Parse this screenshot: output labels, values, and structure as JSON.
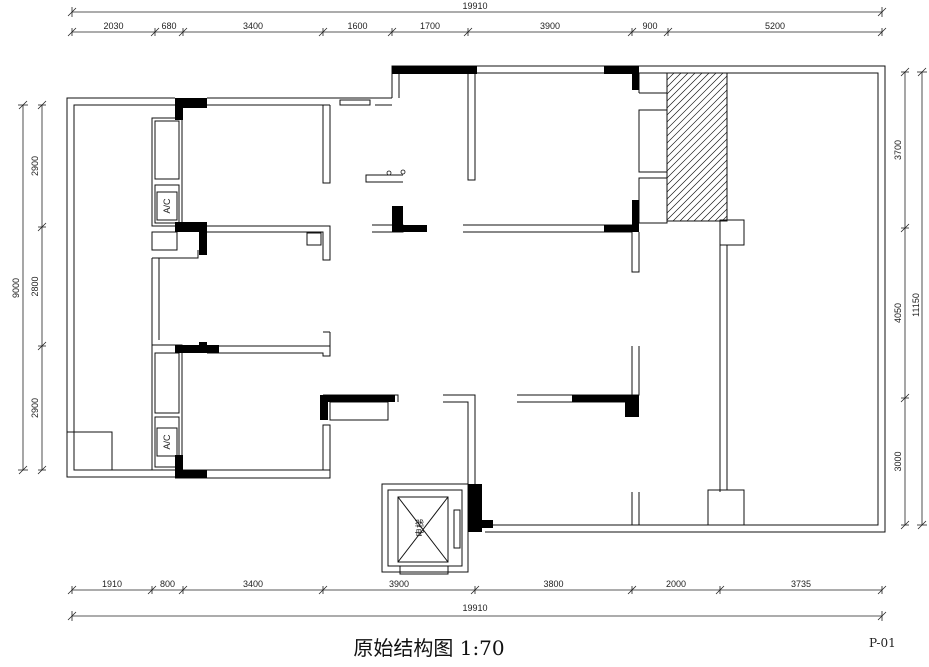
{
  "title": "原始结构图 1:70",
  "sheet_number": "P-01",
  "dimensions": {
    "top_total": "19910",
    "top_segments": [
      "2030",
      "680",
      "3400",
      "1600",
      "1700",
      "3900",
      "900",
      "5200"
    ],
    "bottom_segments": [
      "1910",
      "800",
      "3400",
      "3900",
      "3800",
      "2000",
      "3735"
    ],
    "bottom_total": "19910",
    "left_total": "9000",
    "left_segments": [
      "2900",
      "2800",
      "2900"
    ],
    "right_total": "11150",
    "right_segments": [
      "3700",
      "4050",
      "3000"
    ]
  },
  "room_labels": {
    "ac_upper": "A/C",
    "ac_lower": "A/C",
    "elevator": "电梯"
  }
}
